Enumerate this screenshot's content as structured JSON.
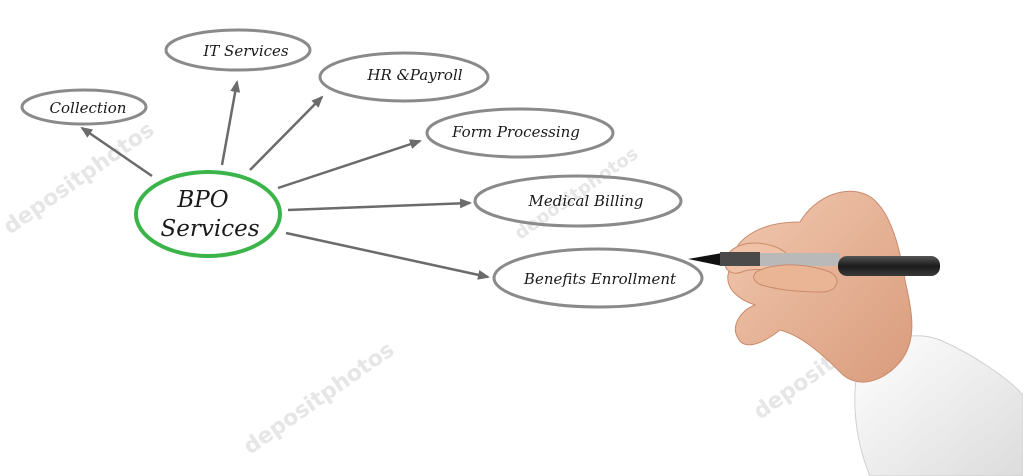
{
  "hub": {
    "line1": "BPO",
    "line2": "Services"
  },
  "nodes": [
    {
      "label": "Collection"
    },
    {
      "label": "IT Services"
    },
    {
      "label": "HR &Payroll"
    },
    {
      "label": "Form Processing"
    },
    {
      "label": "Medical Billing"
    },
    {
      "label": "Benefits Enrollment"
    }
  ],
  "watermark": "depositphotos",
  "colors": {
    "hub_ring": "#3bb54a",
    "node_ring": "#8a8a8a",
    "arrow": "#6b6b6b",
    "text": "#1a1a1a",
    "skin": "#e9b79a",
    "sleeve": "#f4f4f4",
    "pen": "#2a2a2a"
  }
}
